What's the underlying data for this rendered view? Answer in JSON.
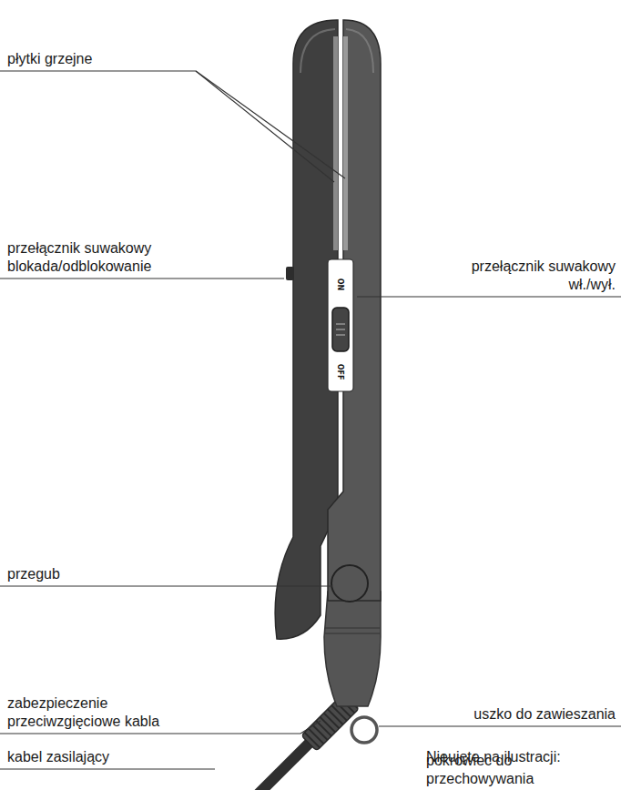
{
  "diagram": {
    "labels": [
      "płytki grzejne",
      "przełącznik suwakowy blokada/odblokowanie",
      "ON",
      "OFF",
      "przełącznik suwakowy wł./wył.",
      "przegub",
      "zabezpieczenie przeciwzgięciowe kabla",
      "uszko do zawieszania",
      "kabel zasilający",
      "Nieujęte na ilustracji:",
      "pokrowiec do przechowywania"
    ]
  }
}
